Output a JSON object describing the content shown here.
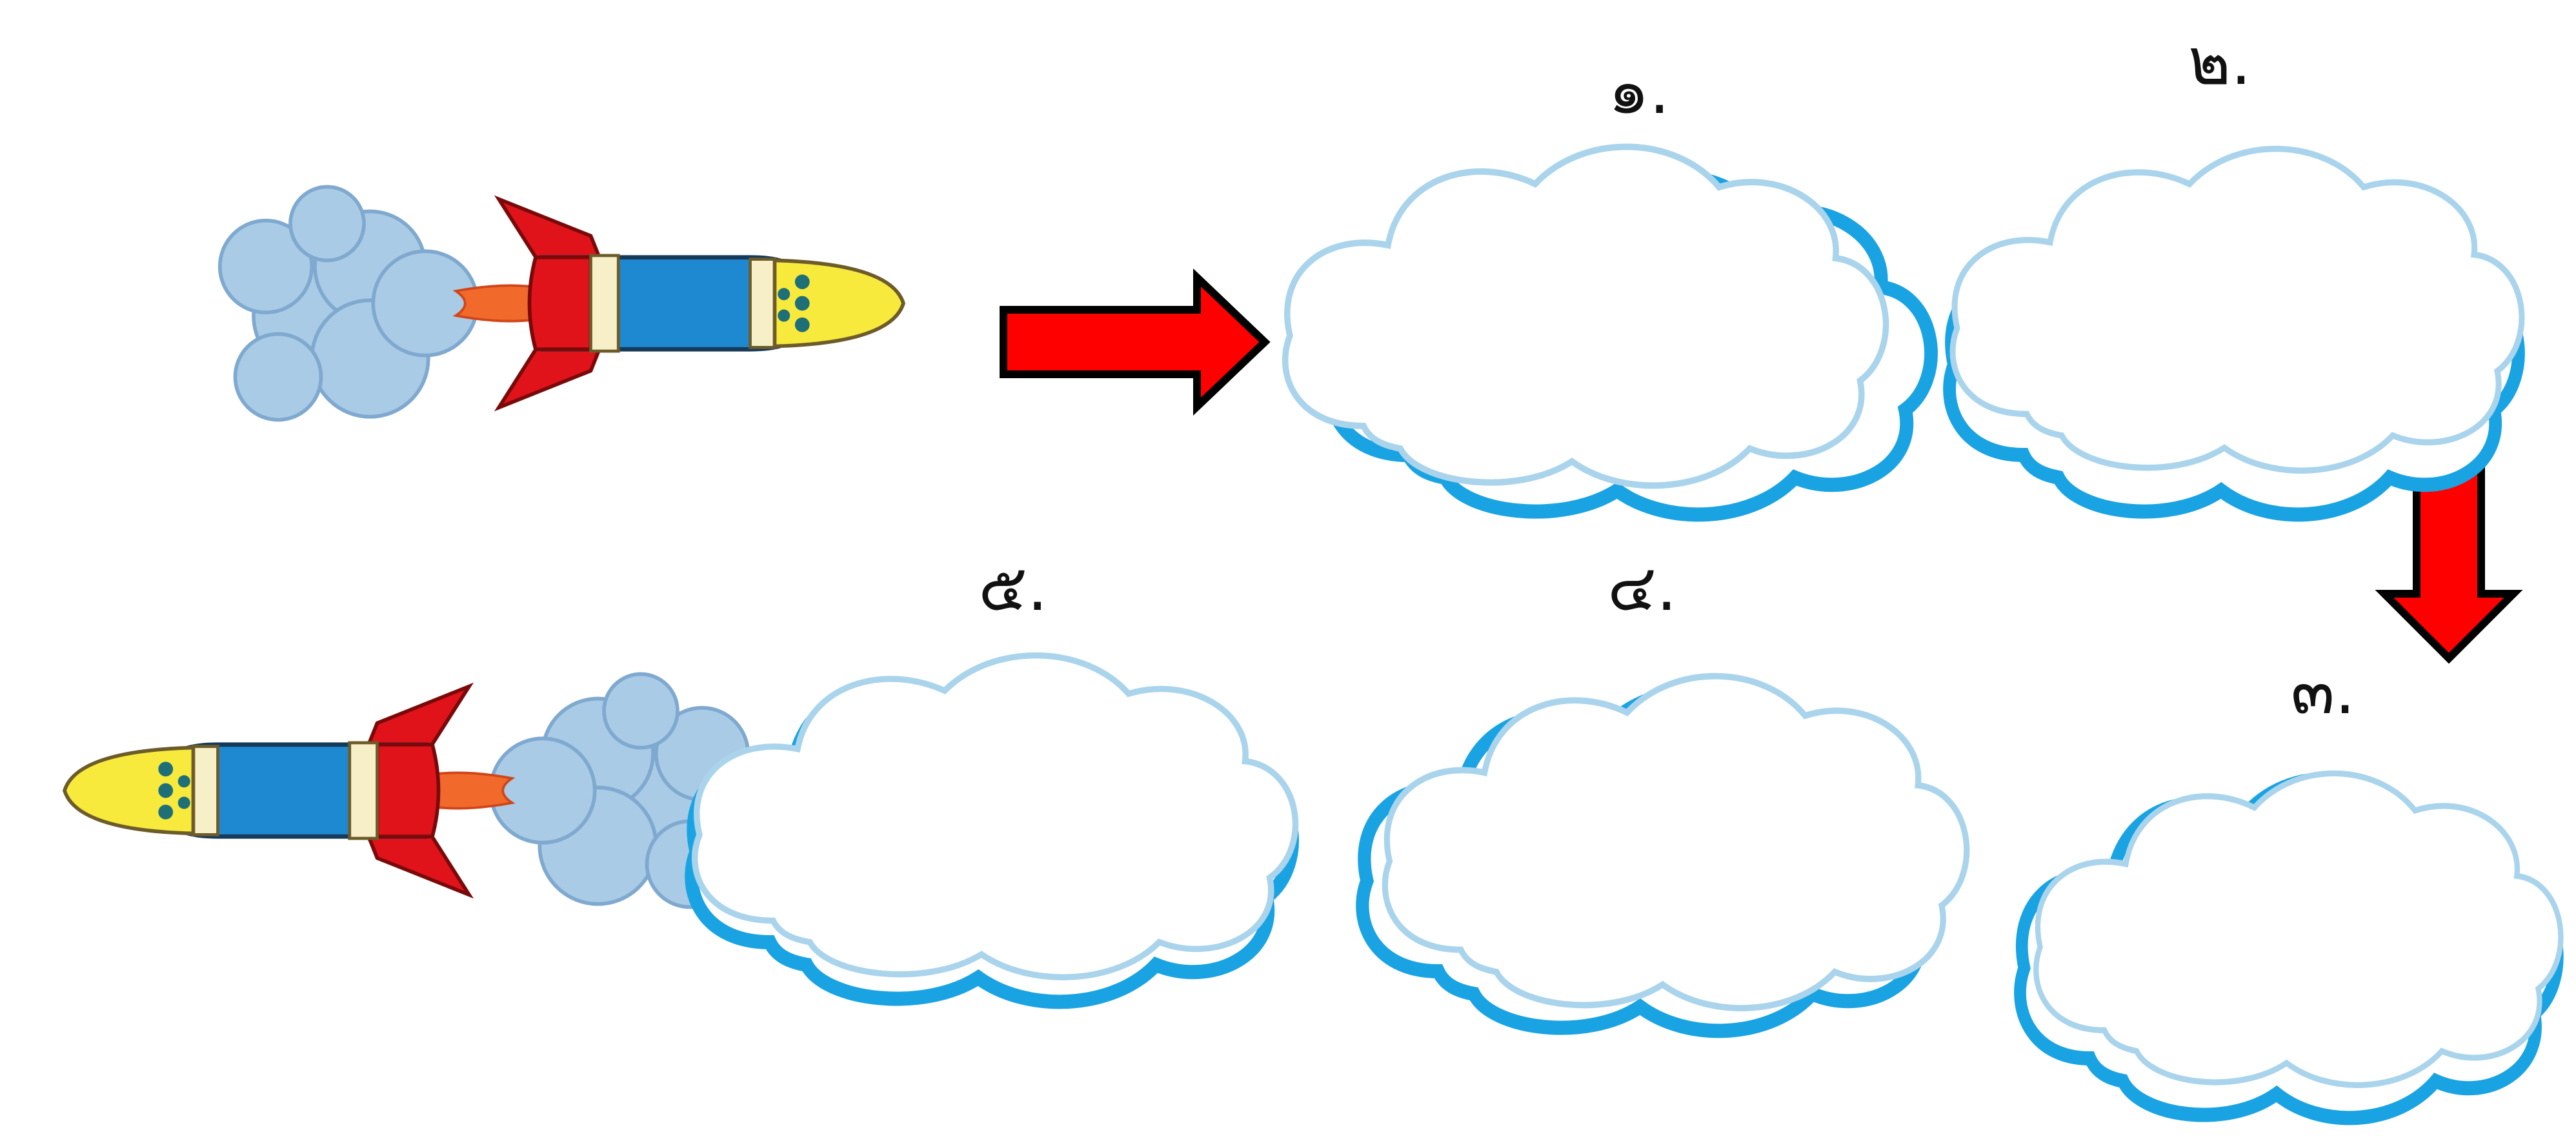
{
  "steps": [
    {
      "label": "๑.",
      "text": ""
    },
    {
      "label": "๒.",
      "text": ""
    },
    {
      "label": "๓.",
      "text": ""
    },
    {
      "label": "๔.",
      "text": ""
    },
    {
      "label": "๕.",
      "text": ""
    }
  ],
  "colors": {
    "cloud_fill": "#ffffff",
    "cloud_outline_light": "#a9d4ec",
    "cloud_outline_back": "#1aa3e3",
    "arrow_fill": "#ff0000",
    "arrow_stroke": "#000000",
    "rocket_body": "#1e88d0",
    "rocket_nose": "#f7ea3c",
    "rocket_fins": "#e0131b",
    "rocket_band": "#f6efc8",
    "rocket_windows": "#1f6f79",
    "smoke": "#a9cbe6",
    "flame": "#f26a2b"
  },
  "icons": {
    "rocket": "rocket-icon",
    "arrow": "arrow-icon",
    "cloud": "cloud-shape"
  }
}
